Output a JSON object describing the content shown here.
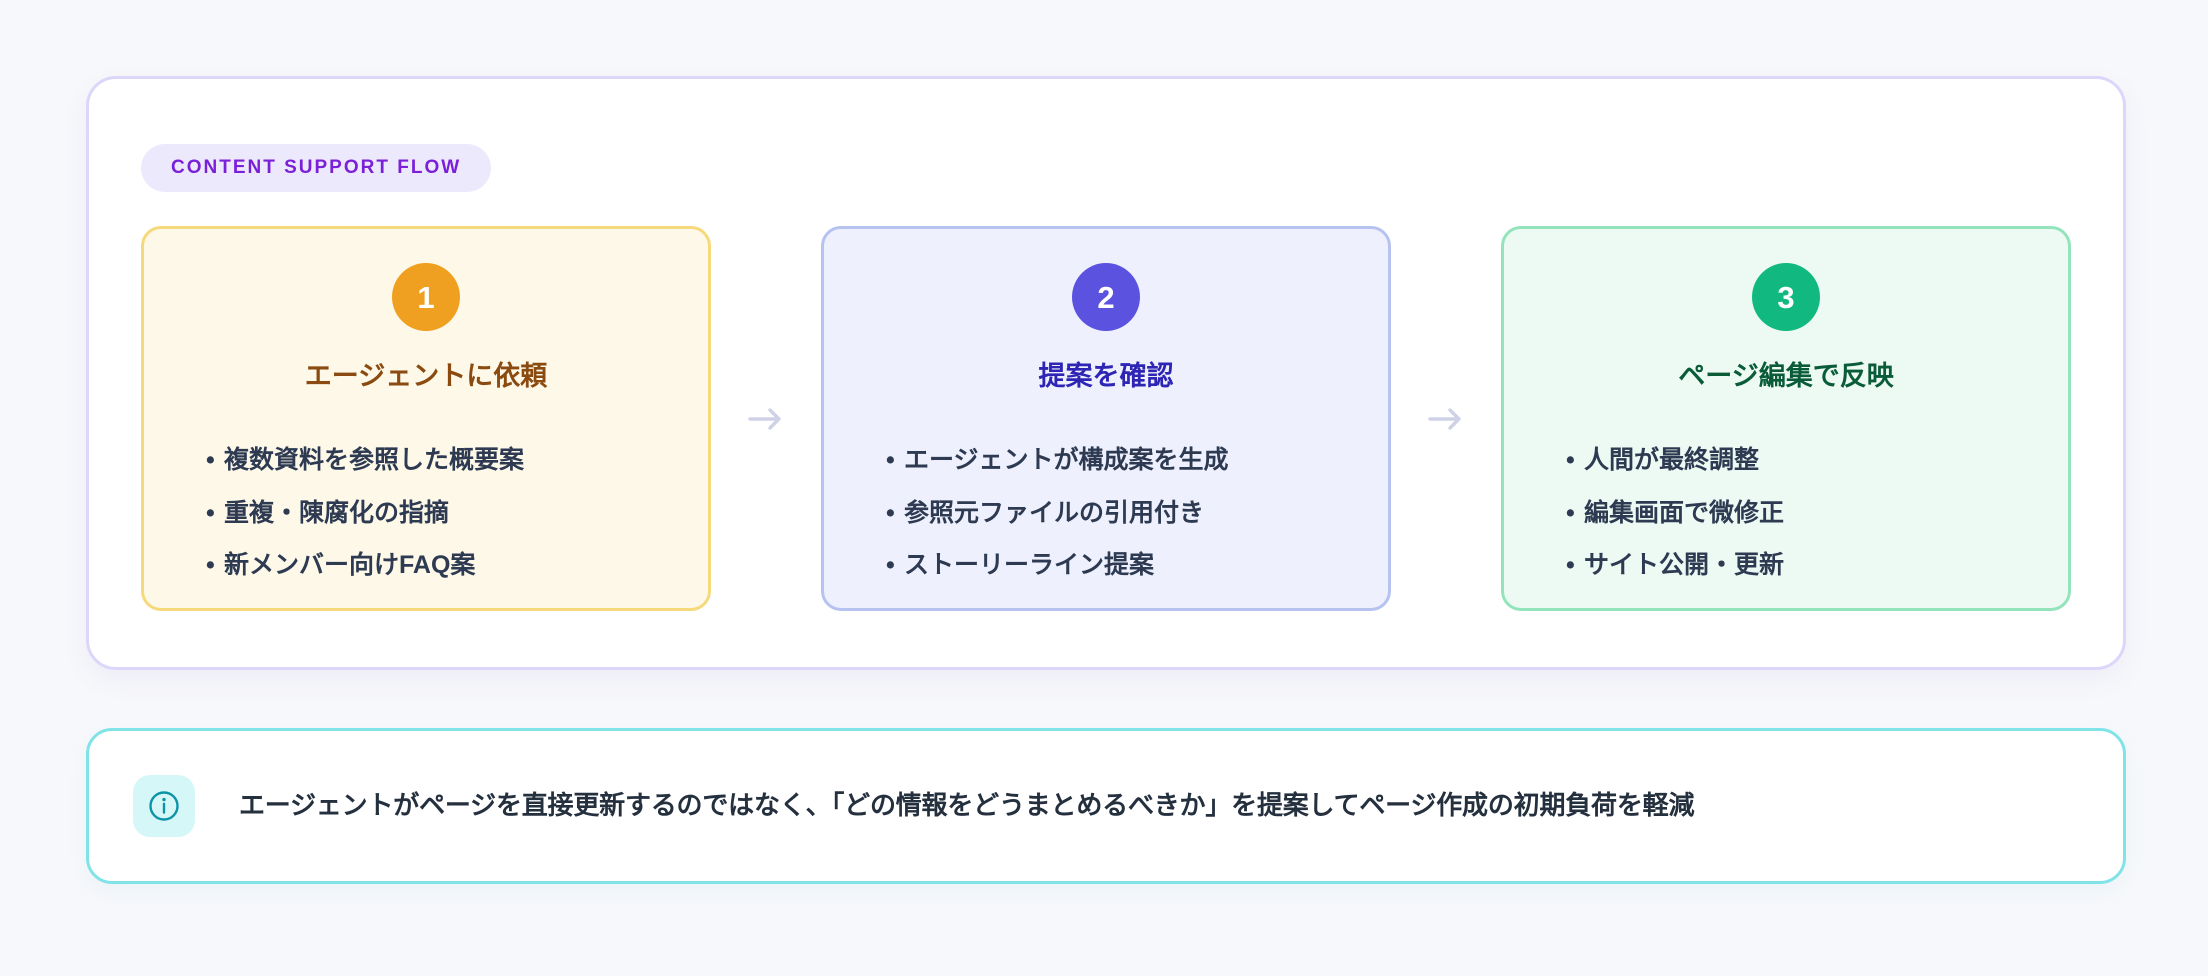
{
  "page": {
    "background_color": "#f7f8fb"
  },
  "flow_panel": {
    "border_color": "#ddd6fb",
    "badge": {
      "label": "CONTENT SUPPORT FLOW",
      "text_color": "#7a20d8",
      "background_color": "#ede9fd"
    },
    "connector_icon": "arrow-right-icon",
    "steps": [
      {
        "number": "1",
        "title": "エージェントに依頼",
        "circle_color": "#f0a020",
        "title_color": "#8a4a10",
        "border_color": "#f5d97a",
        "fill_color": "#fdf8e8",
        "bullets": [
          "複数資料を参照した概要案",
          "重複・陳腐化の指摘",
          "新メンバー向けFAQ案"
        ]
      },
      {
        "number": "2",
        "title": "提案を確認",
        "circle_color": "#5b52e0",
        "title_color": "#2e25b5",
        "border_color": "#b6c3f0",
        "fill_color": "#eef1fd",
        "bullets": [
          "エージェントが構成案を生成",
          "参照元ファイルの引用付き",
          "ストーリーライン提案"
        ]
      },
      {
        "number": "3",
        "title": "ページ編集で反映",
        "circle_color": "#11b981",
        "title_color": "#0a5b38",
        "border_color": "#93e4bb",
        "fill_color": "#edfaf3",
        "bullets": [
          "人間が最終調整",
          "編集画面で微修正",
          "サイト公開・更新"
        ]
      }
    ]
  },
  "note": {
    "icon": "info-circle-icon",
    "icon_color": "#0d93a8",
    "icon_background": "#d6f7f8",
    "border_color": "#7fe3e8",
    "text": "エージェントがページを直接更新するのではなく、「どの情報をどうまとめるべきか」を提案してページ作成の初期負荷を軽減"
  }
}
